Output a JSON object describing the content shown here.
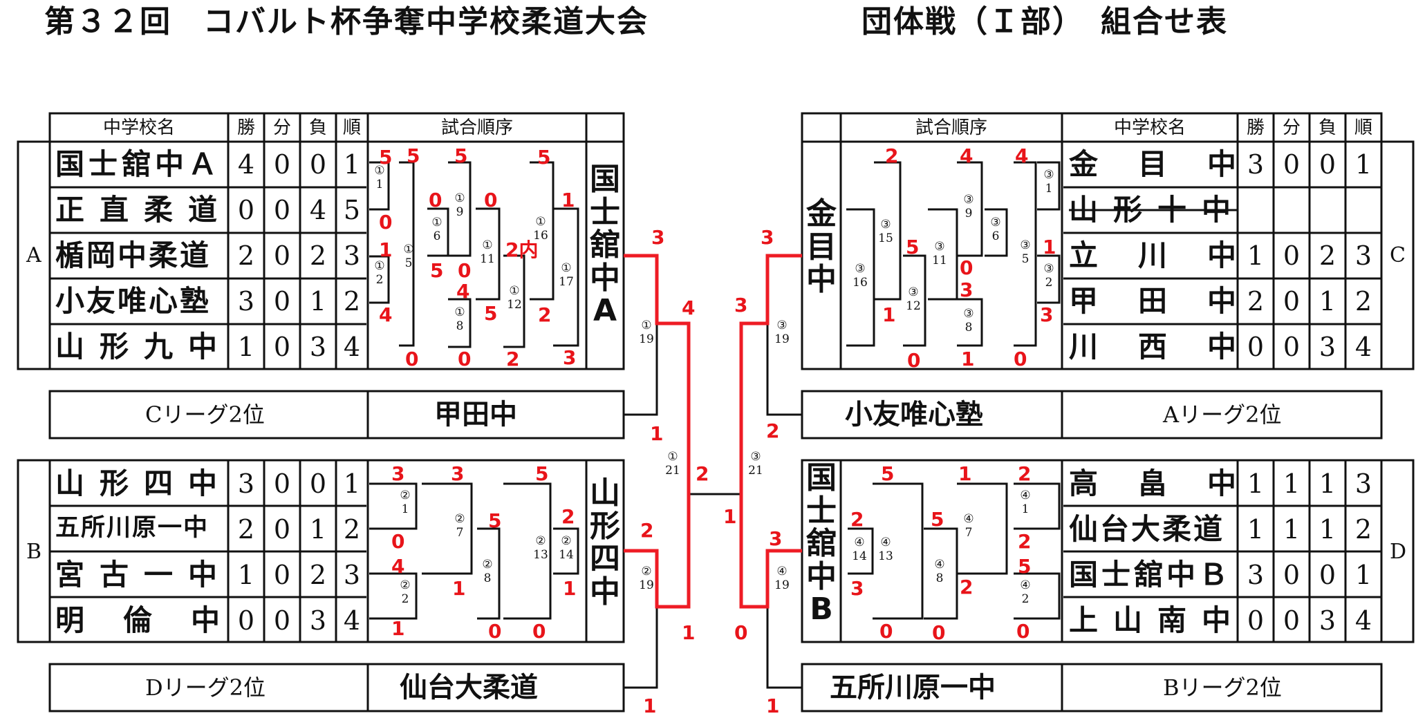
{
  "title_left": "第３２回　コバルト杯争奪中学校柔道大会",
  "title_right": "団体戦（Ｉ部）　組合せ表",
  "headers": {
    "school": "中学校名",
    "win": "勝",
    "draw": "分",
    "loss": "負",
    "rank": "順",
    "order": "試合順序"
  },
  "leagues": {
    "A": {
      "label": "A",
      "rows": [
        {
          "name": "国士舘中Ａ",
          "win": "4",
          "draw": "0",
          "loss": "0",
          "rank": "1"
        },
        {
          "name": "正直柔道",
          "win": "0",
          "draw": "0",
          "loss": "4",
          "rank": "5"
        },
        {
          "name": "楯岡中柔道",
          "win": "2",
          "draw": "0",
          "loss": "2",
          "rank": "3"
        },
        {
          "name": "小友唯心塾",
          "win": "3",
          "draw": "0",
          "loss": "1",
          "rank": "2"
        },
        {
          "name": "山形九中",
          "win": "1",
          "draw": "0",
          "loss": "3",
          "rank": "4"
        }
      ],
      "winner_chars": [
        "国",
        "士",
        "舘",
        "中",
        "A"
      ]
    },
    "B": {
      "label": "B",
      "rows": [
        {
          "name": "山形四中",
          "win": "3",
          "draw": "0",
          "loss": "0",
          "rank": "1"
        },
        {
          "name": "五所川原一中",
          "win": "2",
          "draw": "0",
          "loss": "1",
          "rank": "2"
        },
        {
          "name": "宮古一中",
          "win": "1",
          "draw": "0",
          "loss": "2",
          "rank": "3"
        },
        {
          "name": "明倫中",
          "win": "0",
          "draw": "0",
          "loss": "3",
          "rank": "4"
        }
      ],
      "winner_chars": [
        "山",
        "形",
        "四",
        "中"
      ]
    },
    "C": {
      "label": "C",
      "rows": [
        {
          "name": "金目中",
          "win": "3",
          "draw": "0",
          "loss": "0",
          "rank": "1"
        },
        {
          "name": "山形十中",
          "win": "",
          "draw": "",
          "loss": "",
          "rank": ""
        },
        {
          "name": "立川中",
          "win": "1",
          "draw": "0",
          "loss": "2",
          "rank": "3"
        },
        {
          "name": "甲田中",
          "win": "2",
          "draw": "0",
          "loss": "1",
          "rank": "2"
        },
        {
          "name": "川西中",
          "win": "0",
          "draw": "0",
          "loss": "3",
          "rank": "4"
        }
      ],
      "winner_chars": [
        "金",
        "目",
        "中"
      ]
    },
    "D": {
      "label": "D",
      "rows": [
        {
          "name": "高畠中",
          "win": "1",
          "draw": "1",
          "loss": "1",
          "rank": "3"
        },
        {
          "name": "仙台大柔道",
          "win": "1",
          "draw": "1",
          "loss": "1",
          "rank": "2"
        },
        {
          "name": "国士舘中Ｂ",
          "win": "3",
          "draw": "0",
          "loss": "0",
          "rank": "1"
        },
        {
          "name": "上山南中",
          "win": "0",
          "draw": "0",
          "loss": "3",
          "rank": "4"
        }
      ],
      "winner_chars": [
        "国",
        "士",
        "舘",
        "中",
        "B"
      ]
    }
  },
  "qualifiers": {
    "left_top": {
      "label": "Cリーグ2位",
      "name": "甲田中"
    },
    "left_bottom": {
      "label": "Dリーグ2位",
      "name": "仙台大柔道"
    },
    "right_top": {
      "label": "Aリーグ2位",
      "name": "小友唯心塾"
    },
    "right_bottom": {
      "label": "Bリーグ2位",
      "name": "五所川原一中"
    }
  },
  "match_labels": {
    "a1": "①\n1",
    "a2": "①\n2",
    "a5": "①\n5",
    "a6": "①\n6",
    "a9": "①\n9",
    "a8": "①\n8",
    "a11": "①\n11",
    "a12": "①\n12",
    "a16": "①\n16",
    "a17": "①\n17",
    "b1": "②\n1",
    "b2": "②\n2",
    "b7": "②\n7",
    "b8": "②\n8",
    "b13": "②\n13",
    "b14": "②\n14",
    "c16": "③\n16",
    "c15": "③\n15",
    "c12": "③\n12",
    "c11": "③\n11",
    "c9": "③\n9",
    "c8": "③\n8",
    "c6": "③\n6",
    "c5": "③\n5",
    "c1": "③\n1",
    "c2": "③\n2",
    "d14": "④\n14",
    "d13": "④\n13",
    "d8": "④\n8",
    "d7": "④\n7",
    "d1": "④\n1",
    "d2": "④\n2",
    "k119": "①\n19",
    "k121": "①\n21",
    "k219": "②\n19",
    "k319": "③\n19",
    "k321": "③\n21",
    "k419": "④\n19"
  },
  "scores": {
    "a_1": "5",
    "a_2": "5",
    "a_3": "5",
    "a_4": "5",
    "a_5": "0",
    "a_6": "0",
    "a_7": "1",
    "a_8": "0",
    "a_9": "1",
    "a_10": "2内",
    "a_11": "5",
    "a_12": "0",
    "a_13": "4",
    "a_14": "4",
    "a_15": "5",
    "a_16": "2",
    "a_17": "0",
    "a_18": "0",
    "a_19": "2",
    "a_20": "3",
    "b_1": "3",
    "b_2": "3",
    "b_3": "5",
    "b_4": "5",
    "b_5": "2",
    "b_6": "0",
    "b_7": "4",
    "b_8": "1",
    "b_9": "1",
    "b_10": "1",
    "b_11": "0",
    "b_12": "0",
    "c_1": "2",
    "c_2": "4",
    "c_3": "4",
    "c_4": "5",
    "c_5": "1",
    "c_6": "0",
    "c_7": "3",
    "c_8": "1",
    "c_9": "3",
    "c_10": "0",
    "c_11": "1",
    "c_12": "0",
    "d_1": "5",
    "d_2": "1",
    "d_3": "2",
    "d_4": "2",
    "d_5": "5",
    "d_6": "2",
    "d_7": "5",
    "d_8": "3",
    "d_9": "2",
    "d_10": "0",
    "d_11": "0",
    "d_12": "0",
    "k_1": "3",
    "k_2": "4",
    "k_3": "1",
    "k_4": "2",
    "k_5": "2",
    "k_6": "1",
    "k_7": "1",
    "k_8": "3",
    "k_9": "3",
    "k_10": "2",
    "k_11": "1",
    "k_12": "3",
    "k_13": "0",
    "k_14": "1"
  }
}
